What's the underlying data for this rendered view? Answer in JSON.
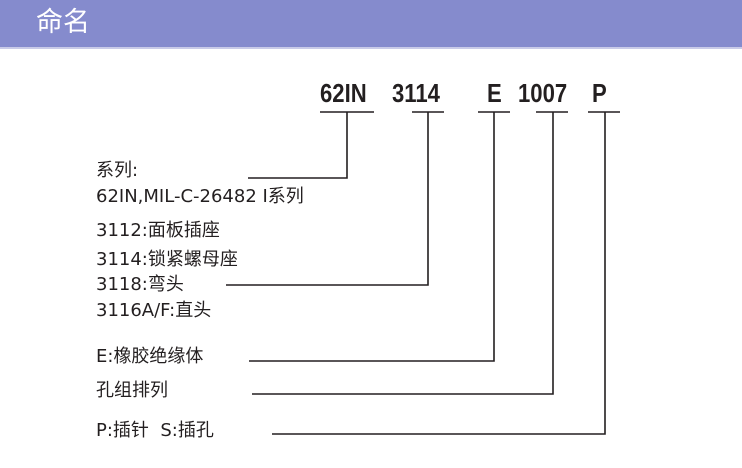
{
  "header": {
    "title": "命名"
  },
  "code": {
    "series": "62IN",
    "shell": "3114",
    "insulator": "E",
    "layout": "1007",
    "contact": "P"
  },
  "labels": {
    "series_title": "系列:",
    "series_desc": "62IN,MIL-C-26482 Ⅰ系列",
    "shell_3112": "3112:面板插座",
    "shell_3114": "3114:锁紧螺母座",
    "shell_3118": "3118:弯头",
    "shell_3116": "3116A/F:直头",
    "insulator": "E:橡胶绝缘体",
    "layout": "孔组排列",
    "contact": "P:插针  S:插孔"
  }
}
